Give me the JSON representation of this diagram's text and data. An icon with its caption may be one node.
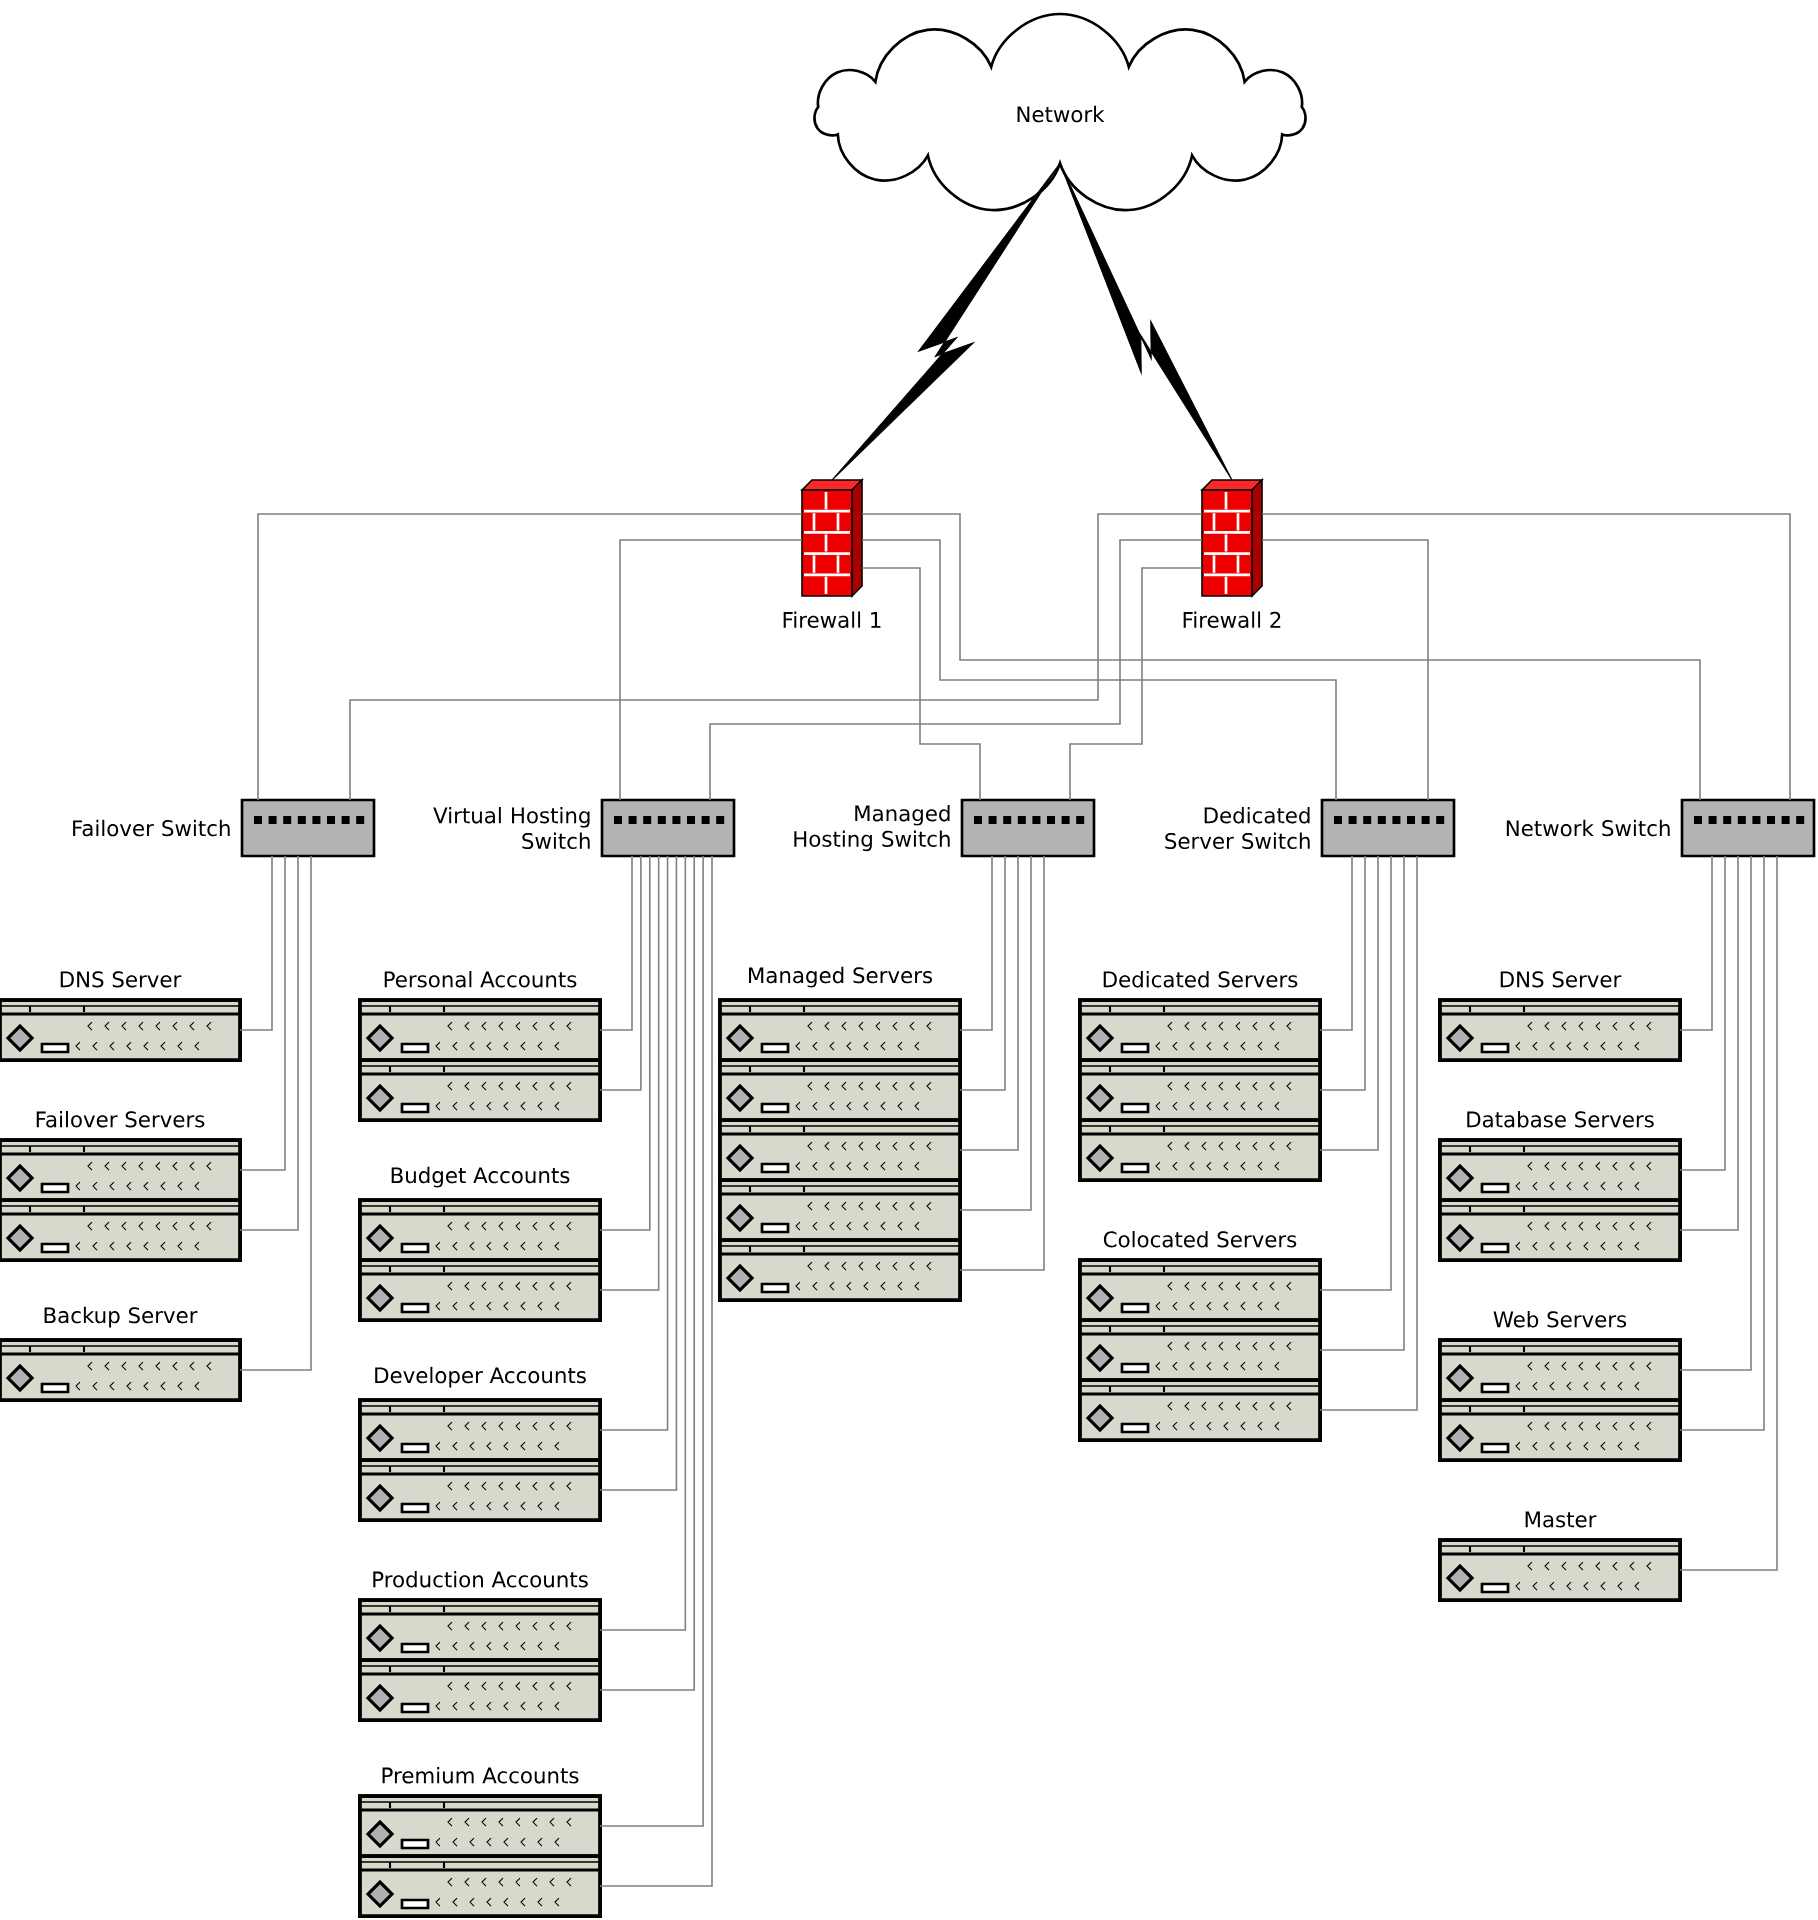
{
  "diagram": {
    "nodes": [
      {
        "text": [
          "Network"
        ]
      },
      {
        "text": [
          "Firewall 1"
        ]
      },
      {
        "text": [
          "Firewall 2"
        ]
      },
      {
        "text": [
          "Failover Switch"
        ]
      },
      {
        "text": [
          "Virtual Hosting Switch"
        ]
      },
      {
        "text": [
          "Managed Hosting Switch"
        ]
      },
      {
        "text": [
          "Dedicated Server Switch"
        ]
      },
      {
        "text": [
          "Network Switch"
        ]
      },
      {
        "text": [
          "DNS Server"
        ]
      },
      {
        "text": [],
        "shape": "server",
        "in": 8
      },
      {
        "text": [
          "Failover Servers"
        ]
      },
      {
        "text": [],
        "shape": "server",
        "in": 10
      },
      {
        "text": [],
        "shape": "server",
        "in": 10
      },
      {
        "text": [
          "Backup Server"
        ]
      },
      {
        "text": [],
        "shape": "server",
        "in": 13
      },
      {
        "text": [
          "Personal Accounts"
        ]
      },
      {
        "text": [],
        "shape": "server",
        "in": 15
      },
      {
        "text": [],
        "shape": "server",
        "in": 15
      },
      {
        "text": [
          "Budget Accounts"
        ]
      },
      {
        "text": [],
        "shape": "server",
        "in": 18
      },
      {
        "text": [],
        "shape": "server",
        "in": 18
      },
      {
        "text": [
          "Developer Accounts"
        ]
      },
      {
        "text": [],
        "shape": "server",
        "in": 21
      },
      {
        "text": [],
        "shape": "server",
        "in": 21
      },
      {
        "text": [
          "Production Accounts"
        ]
      },
      {
        "text": [],
        "shape": "server",
        "in": 24
      },
      {
        "text": [],
        "shape": "server",
        "in": 24
      },
      {
        "text": [
          "Premium Accounts"
        ]
      },
      {
        "text": [],
        "shape": "server",
        "in": 27
      },
      {
        "text": [],
        "shape": "server",
        "in": 27
      },
      {
        "text": [
          "Managed Servers"
        ]
      },
      {
        "text": [],
        "shape": "server",
        "in": 30
      },
      {
        "text": [],
        "shape": "server",
        "in": 30
      },
      {
        "text": [],
        "shape": "server",
        "in": 30
      },
      {
        "text": [],
        "shape": "server",
        "in": 30
      },
      {
        "text": [],
        "shape": "server",
        "in": 30
      },
      {
        "text": [
          "Dedicated Servers"
        ]
      },
      {
        "text": [],
        "shape": "server",
        "in": 36
      },
      {
        "text": [],
        "shape": "server",
        "in": 36
      },
      {
        "text": [],
        "shape": "server",
        "in": 36
      },
      {
        "text": [
          "Colocated Servers"
        ]
      },
      {
        "text": [],
        "shape": "server",
        "in": 40
      },
      {
        "text": [],
        "shape": "server",
        "in": 40
      },
      {
        "text": [],
        "shape": "server",
        "in": 40
      },
      {
        "text": [
          "DNS Server"
        ]
      },
      {
        "text": [],
        "shape": "server",
        "in": 44
      },
      {
        "text": [
          "Database Servers"
        ]
      },
      {
        "text": [],
        "shape": "server",
        "in": 46
      },
      {
        "text": [],
        "shape": "server",
        "in": 46
      },
      {
        "text": [
          "Web Servers"
        ]
      },
      {
        "text": [],
        "shape": "server",
        "in": 49
      },
      {
        "text": [],
        "shape": "server",
        "in": 49
      },
      {
        "text": [
          "Master"
        ]
      },
      {
        "text": [],
        "shape": "server",
        "in": 52
      }
    ],
    "edges": [
      {
        "from": 0,
        "to": 1,
        "arrow": "none",
        "style": "thick",
        "color": "#000000"
      },
      {
        "from": 0,
        "to": 2,
        "arrow": "none",
        "style": "thick",
        "color": "#000000"
      },
      {
        "from": 1,
        "to": 3,
        "arrow": "none"
      },
      {
        "from": 1,
        "to": 4,
        "arrow": "none"
      },
      {
        "from": 1,
        "to": 7,
        "arrow": "none"
      },
      {
        "from": 1,
        "to": 6,
        "arrow": "none"
      },
      {
        "from": 1,
        "to": 5,
        "arrow": "none"
      },
      {
        "from": 2,
        "to": 3,
        "arrow": "none"
      },
      {
        "from": 2,
        "to": 4,
        "arrow": "none"
      },
      {
        "from": 2,
        "to": 5,
        "arrow": "none"
      },
      {
        "from": 2,
        "to": 7,
        "arrow": "none"
      },
      {
        "from": 2,
        "to": 6,
        "arrow": "none"
      },
      {
        "from": 3,
        "to": 9,
        "arrow": "none"
      },
      {
        "from": 3,
        "to": 11,
        "arrow": "none"
      },
      {
        "from": 3,
        "to": 12,
        "arrow": "none"
      },
      {
        "from": 3,
        "to": 14,
        "arrow": "none"
      },
      {
        "from": 4,
        "to": 16,
        "arrow": "none"
      },
      {
        "from": 4,
        "to": 17,
        "arrow": "none"
      },
      {
        "from": 4,
        "to": 19,
        "arrow": "none"
      },
      {
        "from": 4,
        "to": 20,
        "arrow": "none"
      },
      {
        "from": 4,
        "to": 22,
        "arrow": "none"
      },
      {
        "from": 4,
        "to": 23,
        "arrow": "none"
      },
      {
        "from": 4,
        "to": 25,
        "arrow": "none"
      },
      {
        "from": 4,
        "to": 26,
        "arrow": "none"
      },
      {
        "from": 4,
        "to": 28,
        "arrow": "none"
      },
      {
        "from": 4,
        "to": 29,
        "arrow": "none"
      },
      {
        "from": 5,
        "to": 31,
        "arrow": "none"
      },
      {
        "from": 5,
        "to": 32,
        "arrow": "none"
      },
      {
        "from": 5,
        "to": 33,
        "arrow": "none"
      },
      {
        "from": 5,
        "to": 34,
        "arrow": "none"
      },
      {
        "from": 5,
        "to": 35,
        "arrow": "none"
      },
      {
        "from": 6,
        "to": 37,
        "arrow": "none"
      },
      {
        "from": 6,
        "to": 38,
        "arrow": "none"
      },
      {
        "from": 6,
        "to": 39,
        "arrow": "none"
      },
      {
        "from": 6,
        "to": 41,
        "arrow": "none"
      },
      {
        "from": 6,
        "to": 42,
        "arrow": "none"
      },
      {
        "from": 6,
        "to": 43,
        "arrow": "none"
      },
      {
        "from": 7,
        "to": 45,
        "arrow": "none"
      },
      {
        "from": 7,
        "to": 47,
        "arrow": "none"
      },
      {
        "from": 7,
        "to": 48,
        "arrow": "none"
      },
      {
        "from": 7,
        "to": 50,
        "arrow": "none"
      },
      {
        "from": 7,
        "to": 51,
        "arrow": "none"
      },
      {
        "from": 7,
        "to": 53,
        "arrow": "none"
      }
    ]
  }
}
